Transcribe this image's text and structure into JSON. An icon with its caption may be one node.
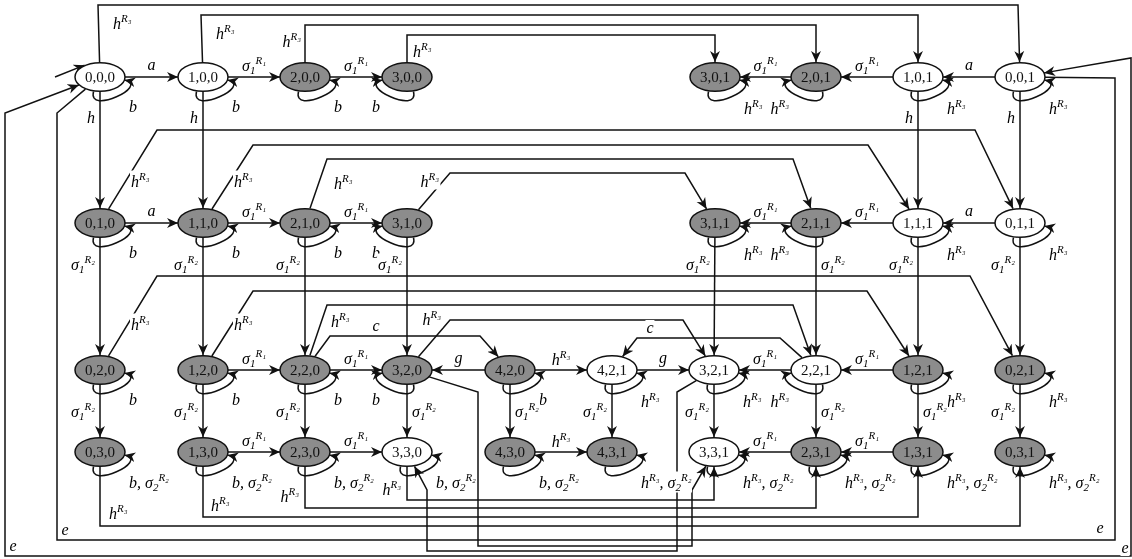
{
  "diagram": {
    "nodes": [
      {
        "text": [
          "0,0,0"
        ]
      },
      {
        "text": [
          "1,0,0"
        ]
      },
      {
        "text": [
          "2,0,0"
        ]
      },
      {
        "text": [
          "3,0,0"
        ]
      },
      {
        "text": [
          "3,0,1"
        ]
      },
      {
        "text": [
          "2,0,1"
        ]
      },
      {
        "text": [
          "1,0,1"
        ]
      },
      {
        "text": [
          "0,0,1"
        ]
      },
      {
        "text": [
          "0,1,0"
        ]
      },
      {
        "text": [
          "1,1,0"
        ]
      },
      {
        "text": [
          "2,1,0"
        ]
      },
      {
        "text": [
          "3,1,0"
        ]
      },
      {
        "text": [
          "3,1,1"
        ]
      },
      {
        "text": [
          "2,1,1"
        ]
      },
      {
        "text": [
          "1,1,1"
        ]
      },
      {
        "text": [
          "0,1,1"
        ]
      },
      {
        "text": [
          "0,2,0"
        ]
      },
      {
        "text": [
          "1,2,0"
        ]
      },
      {
        "text": [
          "2,2,0"
        ]
      },
      {
        "text": [
          "3,2,0"
        ]
      },
      {
        "text": [
          "4,2,0"
        ]
      },
      {
        "text": [
          "4,2,1"
        ]
      },
      {
        "text": [
          "3,2,1"
        ]
      },
      {
        "text": [
          "2,2,1"
        ]
      },
      {
        "text": [
          "1,2,1"
        ]
      },
      {
        "text": [
          "0,2,1"
        ]
      },
      {
        "text": [
          "0,3,0"
        ]
      },
      {
        "text": [
          "1,3,0"
        ]
      },
      {
        "text": [
          "2,3,0"
        ]
      },
      {
        "text": [
          "3,3,0"
        ]
      },
      {
        "text": [
          "4,3,0"
        ]
      },
      {
        "text": [
          "4,3,1"
        ]
      },
      {
        "text": [
          "3,3,1"
        ]
      },
      {
        "text": [
          "2,3,1"
        ]
      },
      {
        "text": [
          "1,3,1"
        ]
      },
      {
        "text": [
          "0,3,1"
        ]
      }
    ],
    "edges": [
      {
        "from": null,
        "to": 0,
        "arrow": "to"
      },
      {
        "from": 0,
        "to": 1,
        "arrow": "to",
        "label": "a"
      },
      {
        "from": 1,
        "to": 2,
        "arrow": "to",
        "label": "σ$_{1}$$^{R₁}$"
      },
      {
        "from": 2,
        "to": 3,
        "arrow": "to",
        "label": "σ$_{1}$$^{R₁}$"
      },
      {
        "from": 7,
        "to": 6,
        "arrow": "to",
        "label": "a"
      },
      {
        "from": 6,
        "to": 5,
        "arrow": "to",
        "label": "σ$_{1}$$^{R₁}$"
      },
      {
        "from": 5,
        "to": 4,
        "arrow": "to",
        "label": "σ$_{1}$$^{R₁}$"
      },
      {
        "from": 0,
        "to": 0,
        "arrow": "to",
        "label": "b"
      },
      {
        "from": 1,
        "to": 1,
        "arrow": "to",
        "label": "b"
      },
      {
        "from": 2,
        "to": 2,
        "arrow": "to",
        "label": "b"
      },
      {
        "from": 3,
        "to": 3,
        "arrow": "to",
        "label": "b"
      },
      {
        "from": 4,
        "to": 4,
        "arrow": "to",
        "label": "h$^{R₃}$"
      },
      {
        "from": 5,
        "to": 5,
        "arrow": "to",
        "label": "h$^{R₃}$"
      },
      {
        "from": 6,
        "to": 6,
        "arrow": "to",
        "label": "h$^{R₃}$"
      },
      {
        "from": 7,
        "to": 7,
        "arrow": "to",
        "label": "h$^{R₃}$"
      },
      {
        "from": 0,
        "to": 7,
        "arrow": "to",
        "label": "h$^{R₃}$"
      },
      {
        "from": 1,
        "to": 6,
        "arrow": "to",
        "label": "h$^{R₃}$"
      },
      {
        "from": 2,
        "to": 5,
        "arrow": "to",
        "label": "h$^{R₃}$"
      },
      {
        "from": 3,
        "to": 4,
        "arrow": "to",
        "label": "h$^{R₃}$"
      },
      {
        "from": 0,
        "to": 8,
        "arrow": "to",
        "label": "h"
      },
      {
        "from": 1,
        "to": 9,
        "arrow": "to",
        "label": "h"
      },
      {
        "from": 6,
        "to": 14,
        "arrow": "to",
        "label": "h"
      },
      {
        "from": 7,
        "to": 15,
        "arrow": "to",
        "label": "h"
      },
      {
        "from": 8,
        "to": 9,
        "arrow": "to",
        "label": "a"
      },
      {
        "from": 9,
        "to": 10,
        "arrow": "to",
        "label": "σ$_{1}$$^{R₁}$"
      },
      {
        "from": 10,
        "to": 11,
        "arrow": "to",
        "label": "σ$_{1}$$^{R₁}$"
      },
      {
        "from": 15,
        "to": 14,
        "arrow": "to",
        "label": "a"
      },
      {
        "from": 14,
        "to": 13,
        "arrow": "to",
        "label": "σ$_{1}$$^{R₁}$"
      },
      {
        "from": 13,
        "to": 12,
        "arrow": "to",
        "label": "σ$_{1}$$^{R₁}$"
      },
      {
        "from": 8,
        "to": 8,
        "arrow": "to",
        "label": "b"
      },
      {
        "from": 9,
        "to": 9,
        "arrow": "to",
        "label": "b"
      },
      {
        "from": 10,
        "to": 10,
        "arrow": "to",
        "label": "b"
      },
      {
        "from": 11,
        "to": 11,
        "arrow": "to",
        "label": "b"
      },
      {
        "from": 12,
        "to": 12,
        "arrow": "to",
        "label": "h$^{R₃}$"
      },
      {
        "from": 13,
        "to": 13,
        "arrow": "to",
        "label": "h$^{R₃}$"
      },
      {
        "from": 14,
        "to": 14,
        "arrow": "to",
        "label": "h$^{R₃}$"
      },
      {
        "from": 15,
        "to": 15,
        "arrow": "to",
        "label": "h$^{R₃}$"
      },
      {
        "from": 8,
        "to": 15,
        "arrow": "to",
        "label": "h$^{R₃}$"
      },
      {
        "from": 9,
        "to": 14,
        "arrow": "to",
        "label": "h$^{R₃}$"
      },
      {
        "from": 10,
        "to": 13,
        "arrow": "to",
        "label": "h$^{R₃}$"
      },
      {
        "from": 11,
        "to": 12,
        "arrow": "to",
        "label": "h$^{R₃}$"
      },
      {
        "from": 8,
        "to": 16,
        "arrow": "to",
        "label": "σ$_{1}$$^{R₂}$"
      },
      {
        "from": 9,
        "to": 17,
        "arrow": "to",
        "label": "σ$_{1}$$^{R₂}$"
      },
      {
        "from": 10,
        "to": 18,
        "arrow": "to",
        "label": "σ$_{1}$$^{R₂}$"
      },
      {
        "from": 11,
        "to": 19,
        "arrow": "to",
        "label": "σ$_{1}$$^{R₂}$"
      },
      {
        "from": 12,
        "to": 22,
        "arrow": "to",
        "label": "σ$_{1}$$^{R₂}$"
      },
      {
        "from": 13,
        "to": 23,
        "arrow": "to",
        "label": "σ$_{1}$$^{R₂}$"
      },
      {
        "from": 14,
        "to": 24,
        "arrow": "to",
        "label": "σ$_{1}$$^{R₂}$"
      },
      {
        "from": 15,
        "to": 25,
        "arrow": "to",
        "label": "σ$_{1}$$^{R₂}$"
      },
      {
        "from": 17,
        "to": 18,
        "arrow": "to",
        "label": "σ$_{1}$$^{R₁}$"
      },
      {
        "from": 18,
        "to": 19,
        "arrow": "to",
        "label": "σ$_{1}$$^{R₁}$"
      },
      {
        "from": 20,
        "to": 19,
        "arrow": "to",
        "label": "g"
      },
      {
        "from": 20,
        "to": 21,
        "arrow": "to",
        "label": "h$^{R₃}$"
      },
      {
        "from": 21,
        "to": 22,
        "arrow": "to",
        "label": "g"
      },
      {
        "from": 23,
        "to": 22,
        "arrow": "to",
        "label": "σ$_{1}$$^{R₁}$"
      },
      {
        "from": 24,
        "to": 23,
        "arrow": "to",
        "label": "σ$_{1}$$^{R₁}$"
      },
      {
        "from": 16,
        "to": 16,
        "arrow": "to",
        "label": "b"
      },
      {
        "from": 17,
        "to": 17,
        "arrow": "to",
        "label": "b"
      },
      {
        "from": 18,
        "to": 18,
        "arrow": "to",
        "label": "b"
      },
      {
        "from": 19,
        "to": 19,
        "arrow": "to",
        "label": "b"
      },
      {
        "from": 20,
        "to": 20,
        "arrow": "to",
        "label": "b"
      },
      {
        "from": 21,
        "to": 21,
        "arrow": "to",
        "label": "h$^{R₃}$"
      },
      {
        "from": 22,
        "to": 22,
        "arrow": "to",
        "label": "h$^{R₃}$"
      },
      {
        "from": 23,
        "to": 23,
        "arrow": "to",
        "label": "h$^{R₃}$"
      },
      {
        "from": 24,
        "to": 24,
        "arrow": "to",
        "label": "h$^{R₃}$"
      },
      {
        "from": 25,
        "to": 25,
        "arrow": "to",
        "label": "h$^{R₃}$"
      },
      {
        "from": 16,
        "to": 25,
        "arrow": "to",
        "label": "h$^{R₃}$"
      },
      {
        "from": 17,
        "to": 24,
        "arrow": "to",
        "label": "h$^{R₃}$"
      },
      {
        "from": 18,
        "to": 23,
        "arrow": "to",
        "label": "h$^{R₃}$"
      },
      {
        "from": 18,
        "to": 20,
        "arrow": "to",
        "label": "c"
      },
      {
        "from": 19,
        "to": 22,
        "arrow": "to",
        "label": "h$^{R₃}$"
      },
      {
        "from": 23,
        "to": 21,
        "arrow": "to",
        "label": "c"
      },
      {
        "from": 19,
        "to": 32,
        "arrow": "to"
      },
      {
        "from": 22,
        "to": 29,
        "arrow": "to"
      },
      {
        "from": 16,
        "to": 26,
        "arrow": "to",
        "label": "σ$_{1}$$^{R₂}$"
      },
      {
        "from": 17,
        "to": 27,
        "arrow": "to",
        "label": "σ$_{1}$$^{R₂}$"
      },
      {
        "from": 18,
        "to": 28,
        "arrow": "to",
        "label": "σ$_{1}$$^{R₂}$"
      },
      {
        "from": 19,
        "to": 29,
        "arrow": "to",
        "label": "σ$_{1}$$^{R₂}$"
      },
      {
        "from": 20,
        "to": 30,
        "arrow": "to",
        "label": "σ$_{1}$$^{R₂}$"
      },
      {
        "from": 21,
        "to": 31,
        "arrow": "to",
        "label": "σ$_{1}$$^{R₂}$"
      },
      {
        "from": 22,
        "to": 32,
        "arrow": "to",
        "label": "σ$_{1}$$^{R₂}$"
      },
      {
        "from": 23,
        "to": 33,
        "arrow": "to",
        "label": "σ$_{1}$$^{R₂}$"
      },
      {
        "from": 24,
        "to": 34,
        "arrow": "to",
        "label": "σ$_{1}$$^{R₂}$"
      },
      {
        "from": 25,
        "to": 35,
        "arrow": "to",
        "label": "σ$_{1}$$^{R₂}$"
      },
      {
        "from": 27,
        "to": 28,
        "arrow": "to",
        "label": "σ$_{1}$$^{R₁}$"
      },
      {
        "from": 28,
        "to": 29,
        "arrow": "to",
        "label": "σ$_{1}$$^{R₁}$"
      },
      {
        "from": 30,
        "to": 31,
        "arrow": "to",
        "label": "h$^{R₃}$"
      },
      {
        "from": 33,
        "to": 32,
        "arrow": "to",
        "label": "σ$_{1}$$^{R₁}$"
      },
      {
        "from": 34,
        "to": 33,
        "arrow": "to",
        "label": "σ$_{1}$$^{R₁}$"
      },
      {
        "from": 26,
        "to": 26,
        "arrow": "to",
        "label": "b, σ$_{2}$$^{R₂}$"
      },
      {
        "from": 27,
        "to": 27,
        "arrow": "to",
        "label": "b, σ$_{2}$$^{R₂}$"
      },
      {
        "from": 28,
        "to": 28,
        "arrow": "to",
        "label": "b, σ$_{2}$$^{R₂}$"
      },
      {
        "from": 29,
        "to": 29,
        "arrow": "to",
        "label": "b, σ$_{2}$$^{R₂}$"
      },
      {
        "from": 30,
        "to": 30,
        "arrow": "to",
        "label": "b, σ$_{2}$$^{R₂}$"
      },
      {
        "from": 31,
        "to": 31,
        "arrow": "to",
        "label": "h$^{R₃}$, σ$_{2}$$^{R₂}$"
      },
      {
        "from": 32,
        "to": 32,
        "arrow": "to",
        "label": "h$^{R₃}$, σ$_{2}$$^{R₂}$"
      },
      {
        "from": 33,
        "to": 33,
        "arrow": "to",
        "label": "h$^{R₃}$, σ$_{2}$$^{R₂}$"
      },
      {
        "from": 34,
        "to": 34,
        "arrow": "to",
        "label": "h$^{R₃}$, σ$_{2}$$^{R₂}$"
      },
      {
        "from": 35,
        "to": 35,
        "arrow": "to",
        "label": "h$^{R₃}$, σ$_{2}$$^{R₂}$"
      },
      {
        "from": 26,
        "to": 35,
        "arrow": "to",
        "label": "h$^{R₃}$"
      },
      {
        "from": 27,
        "to": 34,
        "arrow": "to",
        "label": "h$^{R₃}$"
      },
      {
        "from": 28,
        "to": 33,
        "arrow": "to",
        "label": "h$^{R₃}$"
      },
      {
        "from": 29,
        "to": 32,
        "arrow": "to",
        "label": "h$^{R₃}$"
      },
      {
        "from": 7,
        "to": 0,
        "arrow": "both",
        "label": "e"
      },
      {
        "from": 0,
        "to": 7,
        "arrow": "none",
        "label": "e"
      }
    ],
    "labels": [
      "e",
      "e"
    ]
  }
}
